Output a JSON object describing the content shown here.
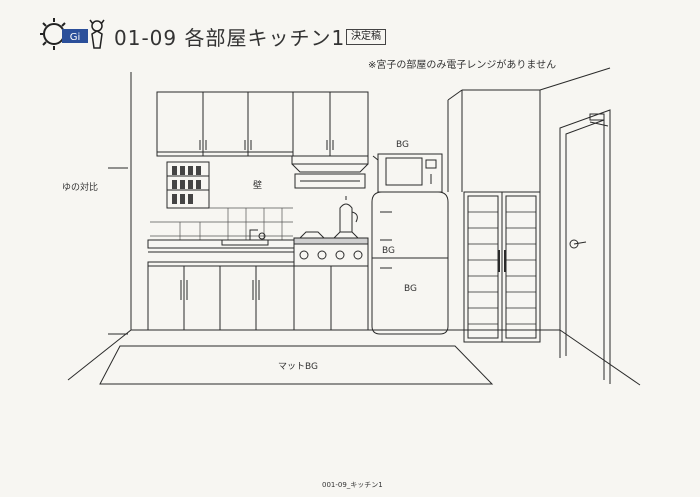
{
  "header": {
    "logo_text": "Gi",
    "title": "01-09 各部屋キッチン1",
    "status_badge": "決定稿"
  },
  "note": "※宮子の部屋のみ電子レンジがありません",
  "labels": {
    "wall": "壁",
    "bg_microwave": "BG",
    "bg_fridge_upper": "BG",
    "bg_fridge_lower": "BG",
    "mat": "マットBG",
    "height_guide": "ゆの対比"
  },
  "footer": "001-09_キッチン1",
  "colors": {
    "ink": "#222222",
    "paper": "#f7f6f2",
    "logo_blue": "#2b4f9a"
  }
}
